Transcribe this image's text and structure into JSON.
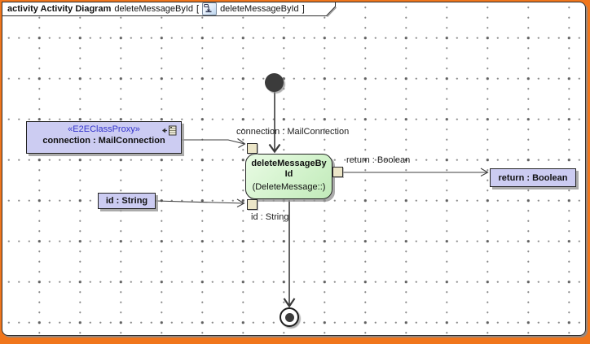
{
  "frame_header": {
    "title": "activity Activity Diagram",
    "diagram_name": "deleteMessageById",
    "bracket_open": "[",
    "diagram_ref": "deleteMessageById",
    "bracket_close": "]",
    "icon": "activity-diagram-icon"
  },
  "nodes": {
    "initial": {
      "type": "initial-node"
    },
    "action": {
      "name": "deleteMessageById",
      "name_lines": [
        "deleteMessageBy",
        "Id"
      ],
      "qualifier": "(DeleteMessage::)",
      "pins": [
        {
          "id": "connection",
          "side": "top"
        },
        {
          "id": "return",
          "side": "right"
        },
        {
          "id": "id",
          "side": "bottom"
        }
      ]
    },
    "proxy": {
      "stereotype": "«E2EClassProxy»",
      "name": "connection : MailConnection",
      "icon": "proxy-link-icon"
    },
    "id_object": {
      "name": "id : String"
    },
    "return_object": {
      "name": "return : Boolean"
    },
    "final": {
      "type": "activity-final-node"
    }
  },
  "edge_labels": {
    "connection_flow": "connection : MailConnection",
    "return_flow": "return : Boolean",
    "id_pin": "id : String"
  },
  "colors": {
    "frame_orange": "#f0761c",
    "action_fill": "#d4f4cc",
    "object_fill": "#ccccf2",
    "pin_fill": "#ece6c8",
    "stereotype_text": "#3434cc",
    "shadow_gray": "#9a9a9a"
  }
}
